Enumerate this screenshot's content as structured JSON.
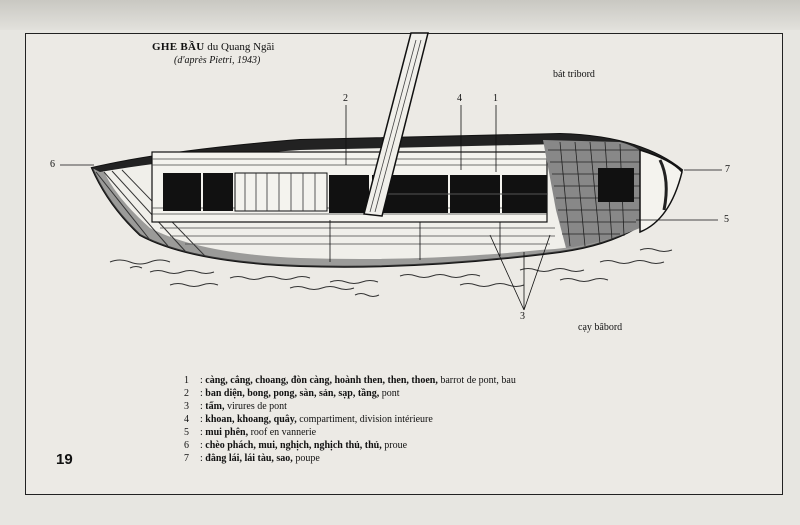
{
  "title": {
    "main": "GHE BẦU",
    "rest": "du Quang Ngãi"
  },
  "subtitle": "(d'après Pietri, 1943)",
  "labels": {
    "starboard": "bát tribord",
    "port": "cạy bâbord"
  },
  "callouts": [
    "1",
    "2",
    "3",
    "4",
    "5",
    "6",
    "7"
  ],
  "legend": [
    {
      "num": "1",
      "vn": "càng, cẳng, choang, đòn càng, hoành then, then, thoen,",
      "fr": "barrot de pont, bau"
    },
    {
      "num": "2",
      "vn": "ban diện, bong, pong, sàn, sản, sạp, tầng,",
      "fr": "pont"
    },
    {
      "num": "3",
      "vn": "tấm,",
      "fr": "virures de pont"
    },
    {
      "num": "4",
      "vn": "khoan, khoang, quây,",
      "fr": "compartiment, division intérieure"
    },
    {
      "num": "5",
      "vn": "mui phên,",
      "fr": "roof en vannerie"
    },
    {
      "num": "6",
      "vn": "chèo phách, mui, nghịch, nghịch thủ, thủ,",
      "fr": "proue"
    },
    {
      "num": "7",
      "vn": "đằng lái, lái tàu, sao,",
      "fr": "poupe"
    }
  ],
  "page_number": "19"
}
